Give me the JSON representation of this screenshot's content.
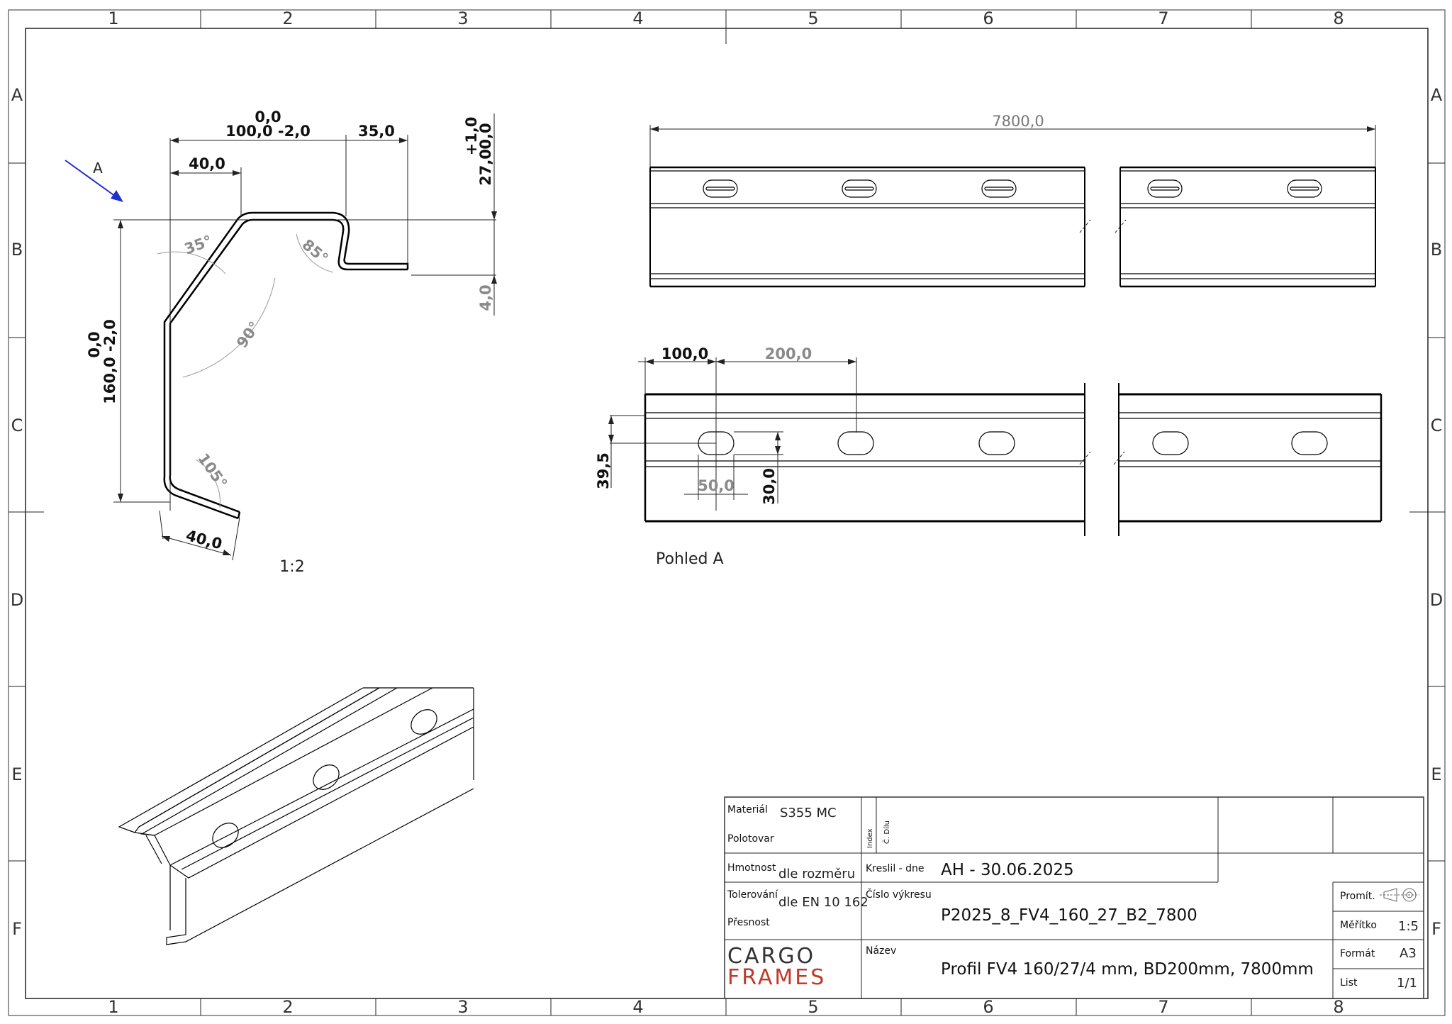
{
  "drawing": {
    "zones_columns": [
      "1",
      "2",
      "3",
      "4",
      "5",
      "6",
      "7",
      "8"
    ],
    "zones_rows": [
      "A",
      "B",
      "C",
      "D",
      "E",
      "F"
    ],
    "section": {
      "view_arrow_label": "A",
      "dim_top_total_tol": "0,0",
      "dim_top_total": "100,0 -2,0",
      "dim_top_lip": "35,0",
      "dim_top_flange": "40,0",
      "dim_right_tol_upper": "+1,0",
      "dim_right_tol_lower": "0,0",
      "dim_right_depth": "27,0",
      "dim_right_thickness": "4,0",
      "dim_left_tol": "0,0",
      "dim_left_height": "160,0 -2,0",
      "dim_bottom_flange": "40,0",
      "angle_35": "35°",
      "angle_85": "85°",
      "angle_90": "90°",
      "angle_105": "105°",
      "scale": "1:2"
    },
    "top_view": {
      "length": "7800,0"
    },
    "view_a": {
      "first_hole_offset": "100,0",
      "hole_pitch": "200,0",
      "hole_height_pos": "39,5",
      "slot_length": "50,0",
      "slot_width": "30,0",
      "caption": "Pohled A"
    }
  },
  "title_block": {
    "material_label": "Materiál",
    "material_value": "S355 MC",
    "semi_label": "Polotovar",
    "index_label": "Index",
    "part_no_label": "Č. Dílu",
    "weight_label": "Hmotnost",
    "weight_value": "dle rozměru",
    "tolerance_label": "Tolerování",
    "tolerance_value": "dle EN 10 162",
    "precision_label": "Přesnost",
    "drawn_label": "Kreslil - dne",
    "drawn_value": "AH - 30.06.2025",
    "drawing_no_label": "Číslo výkresu",
    "drawing_no_value": "P2025_8_FV4_160_27_B2_7800",
    "name_label": "Název",
    "name_value": "Profil FV4 160/27/4 mm, BD200mm, 7800mm",
    "logo_line1": "CARGO",
    "logo_line2": "FRAMES",
    "projection_label": "Promít.",
    "scale_label": "Měřítko",
    "scale_value": "1:5",
    "format_label": "Formát",
    "format_value": "A3",
    "sheet_label": "List",
    "sheet_value": "1/1"
  },
  "colors": {
    "arrow": "#1f2fd0",
    "logo_top": "#333333",
    "logo_bottom": "#c0392b"
  }
}
